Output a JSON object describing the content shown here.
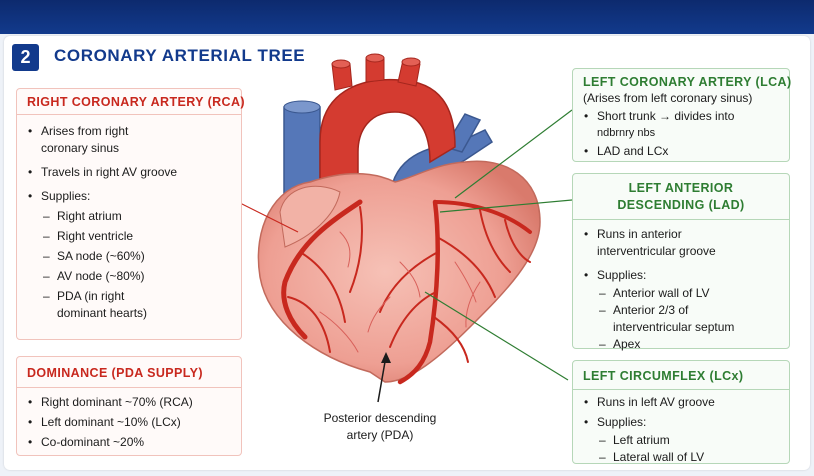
{
  "section": {
    "number": "2",
    "title": "CORONARY ARTERIAL TREE"
  },
  "rca": {
    "title": "RIGHT CORONARY ARTERY (RCA)",
    "arises_1": "Arises from right",
    "arises_2": "coronary sinus",
    "travels": "Travels in right AV groove",
    "supplies": "Supplies:",
    "s1": "Right atrium",
    "s2": "Right ventricle",
    "s3": "SA node (~60%)",
    "s4": "AV node (~80%)",
    "s5a": "PDA (in right",
    "s5b": "dominant hearts)"
  },
  "dominance": {
    "title": "DOMINANCE (PDA SUPPLY)",
    "d1": "Right dominant ~70% (RCA)",
    "d2": "Left dominant ~10% (LCx)",
    "d3": "Co-dominant ~20%"
  },
  "lca": {
    "title": "LEFT CORONARY ARTERY (LCA)",
    "subtitle": "(Arises from left coronary sinus)",
    "t1": "Short trunk → divides into",
    "t1b": "ndbrnry nbs",
    "t2": "LAD and LCx"
  },
  "lad": {
    "title_1": "LEFT ANTERIOR",
    "title_2": "DESCENDING (LAD)",
    "r1a": "Runs in anterior",
    "r1b": "interventricular groove",
    "supplies": "Supplies:",
    "s1": "Anterior wall of LV",
    "s2a": "Anterior 2/3 of",
    "s2b": "interventricular septum",
    "s3": "Apex"
  },
  "lcx": {
    "title": "LEFT CIRCUMFLEX (LCx)",
    "r1": "Runs in left AV groove",
    "supplies": "Supplies:",
    "s1": "Left atrium",
    "s2": "Lateral wall of LV"
  },
  "pda_label": {
    "l1": "Posterior descending",
    "l2": "artery (PDA)"
  },
  "colors": {
    "navy": "#123a8c",
    "rca_red": "#c8281e",
    "lca_green": "#2e7d32",
    "heart": "#ee9f93",
    "artery": "#d43b30",
    "vein": "#5577b8"
  }
}
